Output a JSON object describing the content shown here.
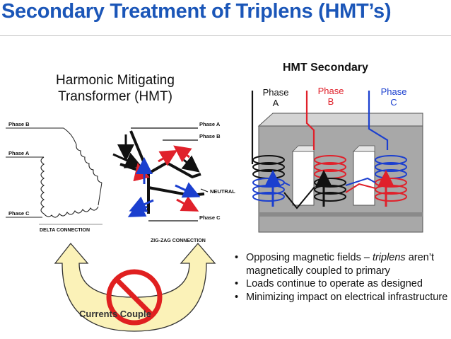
{
  "title": "Secondary Treatment of Triplens (HMT’s)",
  "hmt": {
    "line1": "Harmonic Mitigating",
    "line2": "Transformer (HMT)"
  },
  "delta": {
    "phase_b": "Phase B",
    "phase_a": "Phase A",
    "phase_c": "Phase C",
    "caption": "DELTA CONNECTION"
  },
  "zigzag": {
    "phase_a": "Phase A",
    "phase_b": "Phase B",
    "neutral": "NEUTRAL",
    "phase_c": "Phase C",
    "caption": "ZIG-ZAG CONNECTION"
  },
  "secondary": {
    "title": "HMT Secondary",
    "phases": [
      {
        "line1": "Phase",
        "line2": "A",
        "color": "#111111"
      },
      {
        "line1": "Phase",
        "line2": "B",
        "color": "#e0212b"
      },
      {
        "line1": "Phase",
        "line2": "C",
        "color": "#1b3fcf"
      }
    ]
  },
  "bullets": [
    {
      "pre": "Opposing magnetic fields – ",
      "em": "triplens",
      "post": " aren’t magnetically coupled to primary"
    },
    {
      "pre": "Loads continue to operate as designed",
      "em": "",
      "post": ""
    },
    {
      "pre": "Minimizing impact on electrical infrastructure",
      "em": "",
      "post": ""
    }
  ],
  "arrow_label": "Currents Couple",
  "colors": {
    "title": "#1b56b8",
    "red": "#e0212b",
    "blue": "#1b3fcf",
    "arrow_fill": "#fbf2b8"
  }
}
